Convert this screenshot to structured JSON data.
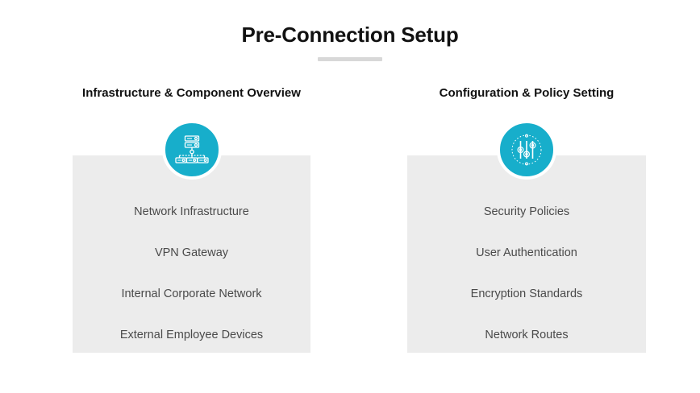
{
  "slide": {
    "title": "Pre-Connection Setup",
    "accent_color": "#17aecb",
    "panel_color": "#ececec",
    "rule_color": "#d8d8d8",
    "background_color": "#ffffff"
  },
  "columns": [
    {
      "heading": "Infrastructure & Component Overview",
      "icon": "network-topology-icon",
      "items": [
        "Network Infrastructure",
        "VPN Gateway",
        "Internal Corporate Network",
        "External Employee Devices"
      ]
    },
    {
      "heading": "Configuration & Policy Setting",
      "icon": "settings-sliders-icon",
      "items": [
        "Security Policies",
        "User Authentication",
        "Encryption Standards",
        "Network Routes"
      ]
    }
  ]
}
